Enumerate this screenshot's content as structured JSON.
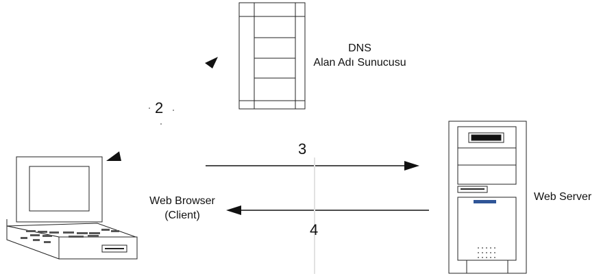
{
  "dns": {
    "label_line1": "DNS",
    "label_line2": "Alan Adı Sunucusu"
  },
  "client": {
    "label_line1": "Web Browser",
    "label_line2": "(Client)"
  },
  "server": {
    "label": "Web Server"
  },
  "steps": {
    "step2": "2",
    "step3": "3",
    "step4": "4"
  },
  "colors": {
    "line": "#111111",
    "accent": "#2f5597"
  }
}
